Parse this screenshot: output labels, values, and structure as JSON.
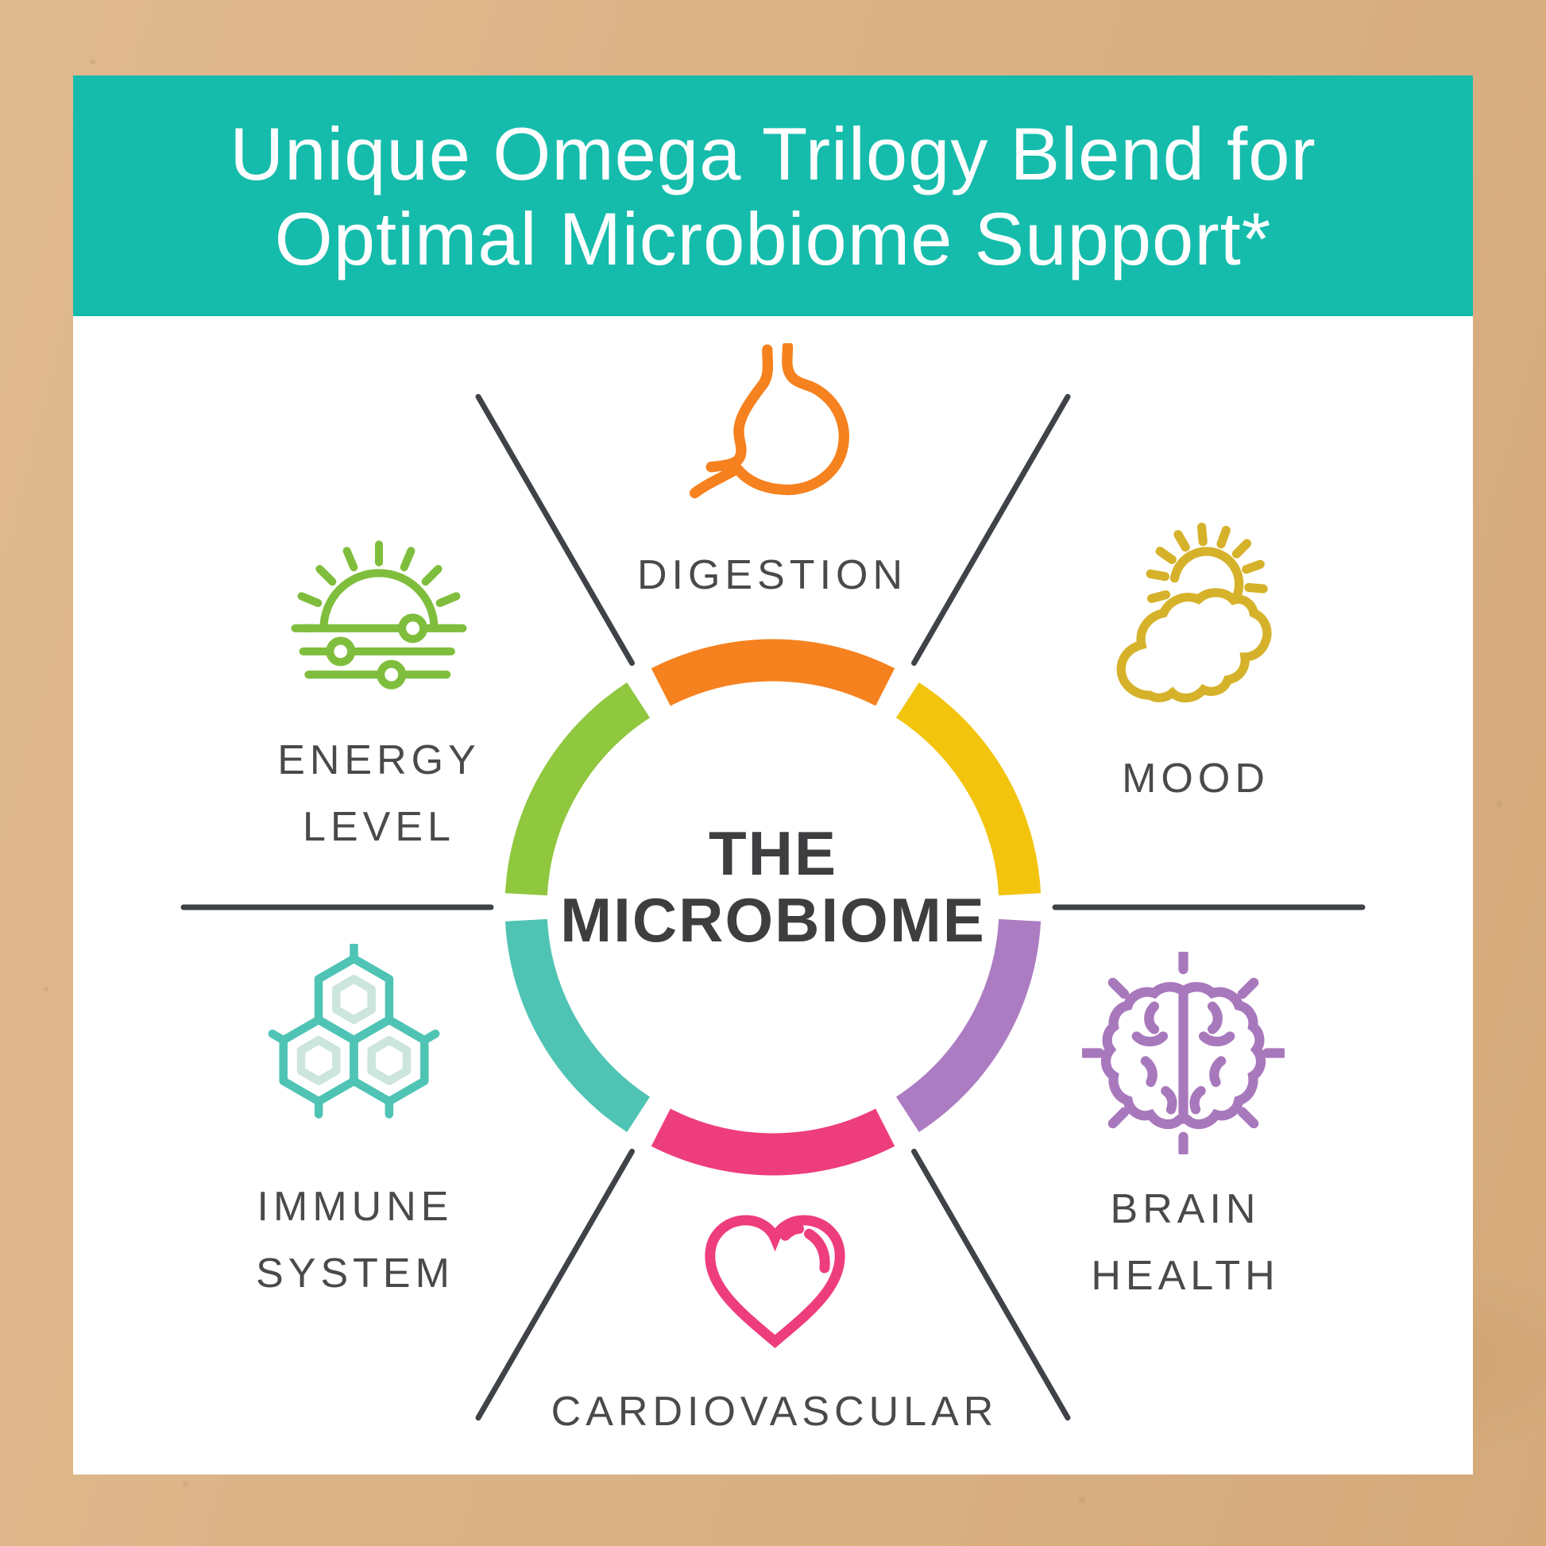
{
  "title": {
    "line1": "Unique Omega Trilogy Blend for",
    "line2": "Optimal Microbiome Support*"
  },
  "center_label": {
    "line1": "THE",
    "line2": "MICROBIOME"
  },
  "sections": {
    "digestion": {
      "label": "DIGESTION",
      "color": "#F5821F",
      "icon": "stomach-icon"
    },
    "mood": {
      "label": "MOOD",
      "color": "#F2C40E",
      "icon": "sun-cloud-icon"
    },
    "brain_health": {
      "label_line1": "BRAIN",
      "label_line2": "HEALTH",
      "color": "#AC7CC2",
      "icon": "brain-icon"
    },
    "cardiovascular": {
      "label": "CARDIOVASCULAR",
      "color": "#EE3D7D",
      "icon": "heart-icon"
    },
    "immune_system": {
      "label_line1": "IMMUNE",
      "label_line2": "SYSTEM",
      "color": "#4FC4B4",
      "icon": "hexagon-molecules-icon"
    },
    "energy_level": {
      "label_line1": "ENERGY",
      "label_line2": "LEVEL",
      "color": "#8FC73E",
      "icon": "sunrise-sliders-icon"
    }
  },
  "colors": {
    "background_kraft": "#DCB284",
    "card_white": "#FFFFFF",
    "header_teal": "#15BCAC",
    "header_text": "#FFFFFF",
    "label_text": "#4A4A4A",
    "center_text": "#3E3E40",
    "divider_line": "#3F4347",
    "arc_orange": "#F5821F",
    "arc_yellow": "#F2C40E",
    "arc_green": "#8FC73E",
    "arc_teal": "#4FC4B4",
    "arc_pink": "#EE3D7D",
    "arc_purple": "#AC7CC2",
    "icon_orange": "#F5821F",
    "icon_gold": "#D6B22B",
    "icon_green": "#7FBE3D",
    "icon_teal": "#4FC4B4",
    "icon_pale_teal": "#CCE5DE",
    "icon_purple": "#A878BC",
    "icon_pink": "#EE3D7D"
  }
}
